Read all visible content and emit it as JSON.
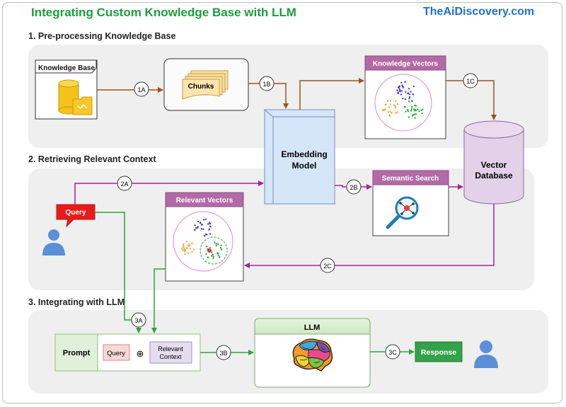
{
  "header": {
    "title": "Integrating Custom Knowledge Base with LLM",
    "brand": "TheAiDiscovery.com"
  },
  "sections": {
    "s1": "1. Pre-processing Knowledge Base",
    "s2": "2. Retrieving Relevant Context",
    "s3": "3. Integrating with LLM"
  },
  "nodes": {
    "knowledge_base": "Knowledge Base",
    "chunks": "Chunks",
    "knowledge_vectors": "Knowledge Vectors",
    "embedding_line1": "Embedding",
    "embedding_line2": "Model",
    "vector_db_line1": "Vector",
    "vector_db_line2": "Database",
    "semantic_search": "Semantic Search",
    "relevant_vectors": "Relevant Vectors",
    "query_bubble": "Query",
    "prompt": "Prompt",
    "prompt_query": "Query",
    "plus": "⊕",
    "relevant_context_line1": "Relevant",
    "relevant_context_line2": "Context",
    "llm": "LLM",
    "response": "Response"
  },
  "steps": {
    "s1a": "1A",
    "s1b": "1B",
    "s1c": "1C",
    "s2a": "2A",
    "s2b": "2B",
    "s2c": "2C",
    "s3a": "3A",
    "s3b": "3B",
    "s3c": "3C"
  },
  "colors": {
    "brown_arrow": "#a0521c",
    "purple_arrow": "#a3249f",
    "green_arrow": "#2ea43a",
    "vectors_header": "#b26aa7",
    "embedding_fill": "#d6e6f9",
    "database_fill": "#e2d1e9",
    "query_red": "#e81c1c",
    "response_green": "#33a24a",
    "llm_header": "#dcefd4",
    "prompt_fill": "#e1f0d8",
    "user_blue": "#5b8fd6"
  }
}
